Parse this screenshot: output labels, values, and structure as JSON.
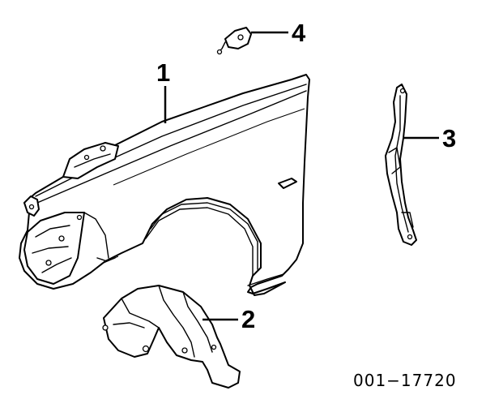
{
  "diagram": {
    "reference_code": "001−17720",
    "callouts": [
      {
        "id": "fender",
        "label": "1"
      },
      {
        "id": "splash-shield",
        "label": "2"
      },
      {
        "id": "bracket",
        "label": "3"
      },
      {
        "id": "clip",
        "label": "4"
      }
    ]
  }
}
